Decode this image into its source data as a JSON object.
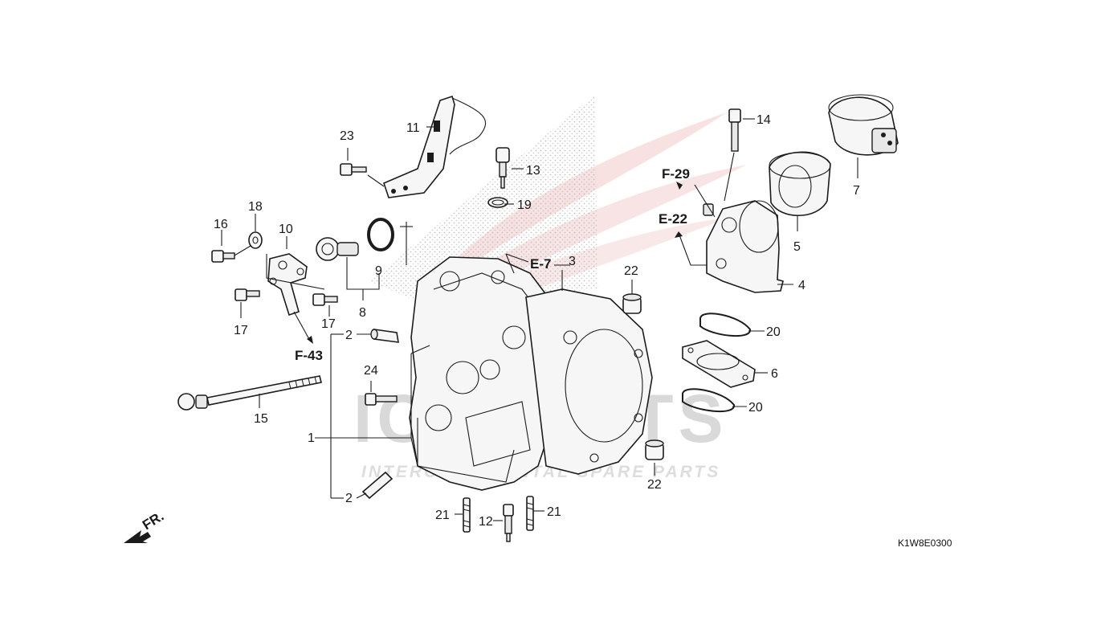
{
  "diagram_code": "K1W8E0300",
  "direction_indicator": "FR.",
  "watermark": {
    "brand": "ICSPARTS",
    "tagline": "INTERCONTINENTAL SPARE PARTS"
  },
  "part_labels": [
    "1",
    "2",
    "2",
    "3",
    "4",
    "5",
    "6",
    "7",
    "8",
    "9",
    "10",
    "11",
    "12",
    "13",
    "14",
    "15",
    "16",
    "17",
    "17",
    "18",
    "19",
    "20",
    "20",
    "21",
    "21",
    "22",
    "22",
    "23",
    "24"
  ],
  "references": [
    "F-29",
    "E-22",
    "E-7",
    "F-43"
  ]
}
